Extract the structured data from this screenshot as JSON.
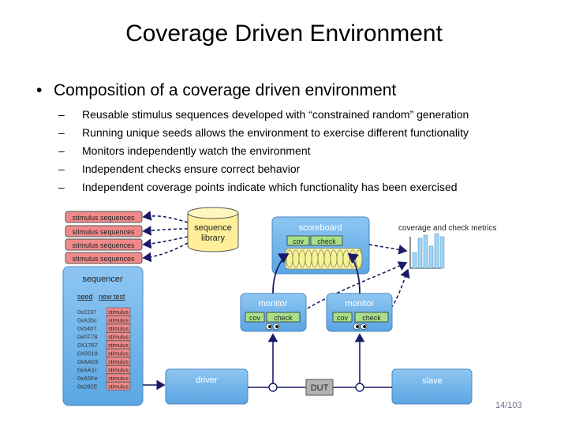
{
  "title": "Coverage Driven Environment",
  "bullet": "Composition of a coverage driven environment",
  "sub_bullets": [
    "Reusable stimulus sequences developed with “constrained random” generation",
    "Running unique seeds allows the environment to exercise different functionality",
    "Monitors independently watch the environment",
    "Independent checks ensure correct behavior",
    "Independent coverage points indicate which functionality has been exercised"
  ],
  "diagram": {
    "stimulus_sequences": [
      "stimulus sequences",
      "stimulus sequences",
      "stimulus sequences",
      "stimulus sequences"
    ],
    "library_line1": "sequence",
    "library_line2": "library",
    "scoreboard": "scoreboard",
    "cov": "cov",
    "check": "check",
    "coverage_metrics": "coverage and check metrics",
    "sequencer": "sequencer",
    "seed_header": "seed",
    "test_header": "new test",
    "seeds": [
      "0x2237",
      "0xA35c",
      "0x5407",
      "0xFF78",
      "0X1767",
      "0X0018",
      "0xAA03",
      "0xAA1r",
      "0xA5Fe",
      "0x282E"
    ],
    "stimulus": "stimulus",
    "monitor_left": "monitor",
    "monitor_right": "monitor",
    "driver": "driver",
    "dut": "DUT",
    "slave": "slave",
    "colors": {
      "blue_box": "#6fb4ea",
      "stimulus_box": "#f08a8a",
      "library": "#ffef9a",
      "cov_check": "#a8e08a",
      "dut": "#b3b3b3"
    }
  },
  "page_number": "14/103"
}
